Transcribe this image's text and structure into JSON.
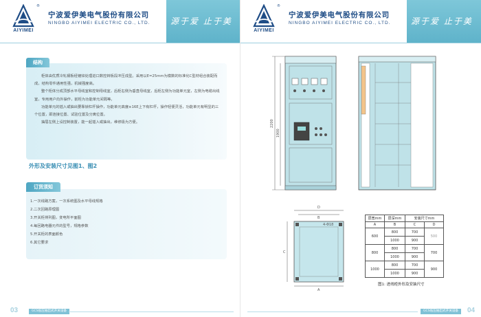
{
  "header": {
    "company_cn": "宁波爱伊美电气股份有限公司",
    "company_en": "NINGBO AIYIMEI ELECTRIC CO., LTD.",
    "brand": "AIYIMEI",
    "reg_mark": "®",
    "slogan": "源于爱 止于美",
    "accent": "#5fb3ca",
    "brand_color": "#1f4d86"
  },
  "left_page": {
    "structure": {
      "title": "结构",
      "paragraphs": [
        "柜体由优质冷轧钢板经镀锌处理进口数控转板段冲压成型。采用以E=25mm为模数的标准化C型材组合装配而成，结构零件通用性强，机械强度高。",
        "整个柜体分成顶部水平母线室和控制母线室，后柜右侧为垂直母线室，后柜左侧为功能单元室，左侧为电缆出线室，专用用户向外操作，前柜为功能单元间隔等。",
        "功能单元的插入或抽出要靠锁杠杆操作，功能单元高度≥16E上下有杠杆，操作轻便灵活，功能单元有明显的三个位置，即连接位置、试验位置及分离位置。",
        "抽屉左侧上设控制装置，能一起插入或抽出，维修极为方便。"
      ]
    },
    "dims_ref": "外形及安装尺寸见图1、图2",
    "order": {
      "title": "订货须知",
      "items": [
        "1.一次线路方案，一次系统图及水平母线规格",
        "2.二次回路原理图",
        "3.开关柜排列图，变电所平面图",
        "4.每回路电器元件的型号，规格参数",
        "5.开关柜的表面颜色",
        "6.其它要求"
      ]
    },
    "page_number": "03",
    "footer_tag": "GCS低压抽出式开关设备"
  },
  "right_page": {
    "table": {
      "header": [
        "屏宽mm",
        "屏深mm",
        "安装尺寸mm"
      ],
      "letters": [
        "A",
        "B",
        "C",
        "D"
      ],
      "rows": [
        {
          "a": "600",
          "b": "800",
          "c": "700",
          "d": "500"
        },
        {
          "a": "",
          "b": "1000",
          "c": "900",
          "d": ""
        },
        {
          "a": "800",
          "b": "800",
          "c": "700",
          "d": "700"
        },
        {
          "a": "",
          "b": "1000",
          "c": "900",
          "d": ""
        },
        {
          "a": "1000",
          "b": "800",
          "c": "700",
          "d": "900"
        },
        {
          "a": "",
          "b": "1000",
          "c": "900",
          "d": ""
        }
      ]
    },
    "caption": "图1: 进线柜外形及安装尺寸",
    "dim_height_total": "2200",
    "dim_height_inner": "1900",
    "dim_B": "B",
    "dim_D": "D",
    "dim_A": "A",
    "dim_C": "C",
    "hole_label": "4-Φ18",
    "page_number": "04",
    "footer_tag": "GCS低压抽出式开关设备"
  }
}
